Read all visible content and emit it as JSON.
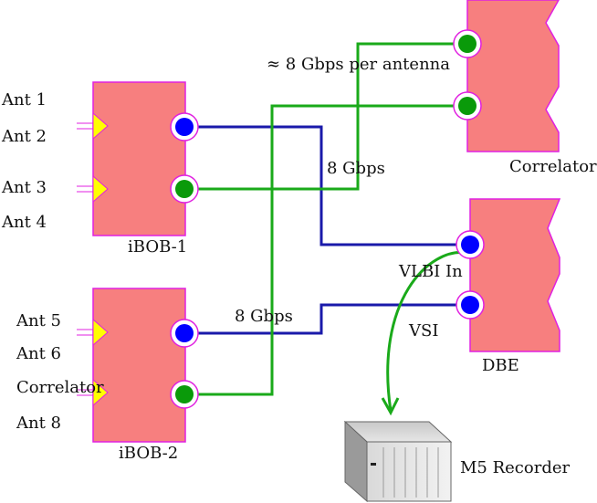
{
  "labels": {
    "ant1": "Ant 1",
    "ant2": "Ant 2",
    "ant3": "Ant 3",
    "ant4": "Ant 4",
    "ant5": "Ant 5",
    "ant6": "Ant 6",
    "ant7": "Correlator",
    "ant8": "Ant 8",
    "ibob1": "iBOB-1",
    "ibob2": "iBOB-2",
    "correlator": "Correlator",
    "dbe": "DBE",
    "vlbi_in": "VLBI In",
    "vsi": "VSI",
    "recorder": "M5 Recorder",
    "rate_per_antenna": "≈ 8 Gbps per antenna",
    "rate_ibob1": "8 Gbps",
    "rate_ibob2": "8 Gbps"
  },
  "colors": {
    "box_fill": "#f77f7f",
    "box_stroke": "#e020e0",
    "port_blue": "#0000ff",
    "port_green": "#0a9a0a",
    "wire_blue": "#1a1aaa",
    "wire_green": "#1aaa1a",
    "antenna_triangle": "#ffff00"
  }
}
